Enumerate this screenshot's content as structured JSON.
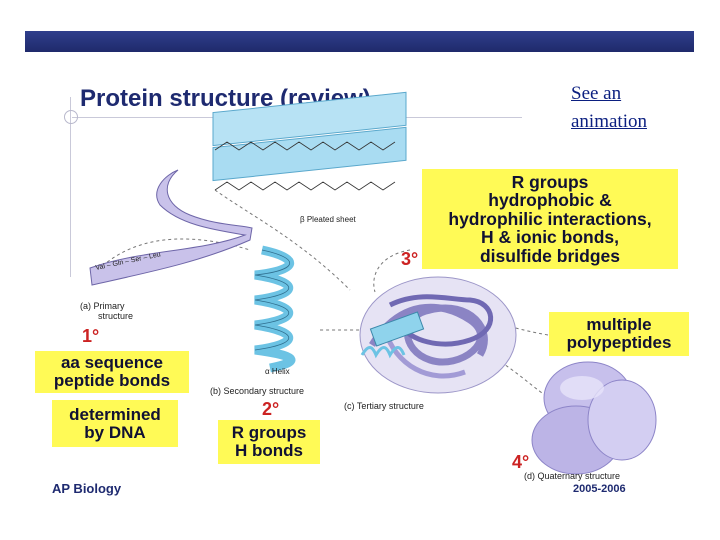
{
  "slide": {
    "title": "Protein structure (review)",
    "link_line1": "See an",
    "link_line2": "animation",
    "footer_left": "AP Biology",
    "footer_right": "2005-2006"
  },
  "colors": {
    "topbar": "#25337a",
    "title": "#1e2a70",
    "callout_bg": "#fffa56",
    "degree_red": "#cc2222",
    "protein_purple": "#b9b0e2",
    "sheet_blue": "#9fd7ef"
  },
  "callouts": {
    "tertiary": [
      "R groups",
      "hydrophobic &",
      "hydrophilic interactions,",
      "H & ionic bonds,",
      "disulfide bridges"
    ],
    "quaternary": [
      "multiple",
      "polypeptides"
    ],
    "primary": [
      "aa sequence",
      "peptide bonds"
    ],
    "primary_dna": [
      "determined",
      "by DNA"
    ],
    "secondary": [
      "R groups",
      "H bonds"
    ]
  },
  "levels": {
    "primary": "1°",
    "secondary": "2°",
    "tertiary": "3°",
    "quaternary": "4°"
  },
  "diagram_labels": {
    "primary": [
      "(a) Primary",
      "structure"
    ],
    "secondary": "(b) Secondary structure",
    "tertiary": "(c) Tertiary structure",
    "quaternary": "(d) Quaternary structure",
    "pleated": "β Pleated sheet",
    "helix": "α Helix",
    "sequence": "Val – Gln – Ser – Leu"
  }
}
